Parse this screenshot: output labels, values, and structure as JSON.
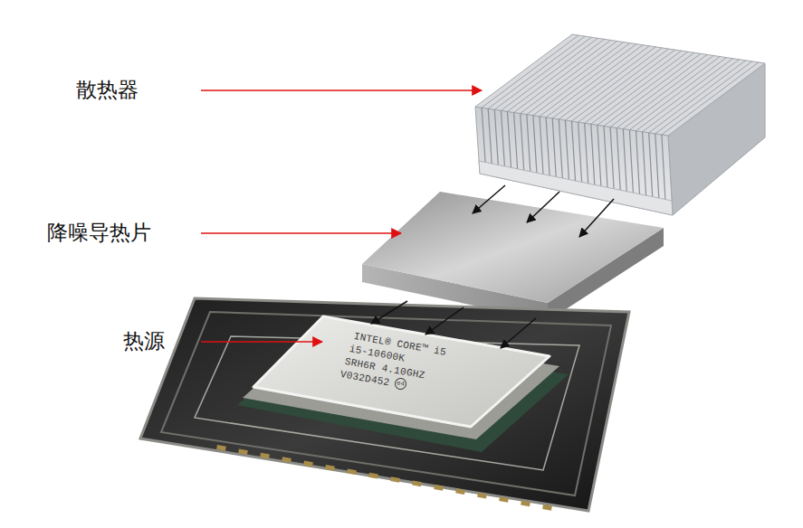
{
  "diagram": {
    "labels": [
      "散热器",
      "降噪导热片",
      "热源",
      "INTEL® CORE™ i5",
      "i5-10600K",
      "SRH6R 4.10GHZ",
      "V032D452",
      "e4"
    ]
  }
}
